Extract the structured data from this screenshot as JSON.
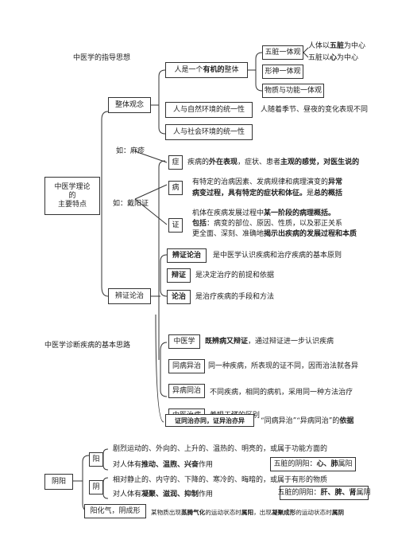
{
  "top": {
    "guiding": "中医学的指导思想",
    "main_features": "中医学理论的主要特点",
    "main_features_l1": "中医学理论",
    "main_features_l2": "的",
    "main_features_l3": "主要特点",
    "diagnosis": "中医学诊断疾病的基本思路"
  },
  "holism": {
    "label": "整体观念",
    "organic": {
      "pre": "人是一个",
      "bold": "有机的",
      "post": "整体"
    },
    "organ_center": "五脏一体观",
    "form_spirit": "形神一体观",
    "matter_function": "物质与功能一体观",
    "five_zang_center_1a": "人体以",
    "five_zang_center_1b": "五脏",
    "five_zang_center_1c": "为中心",
    "five_zang_center_2a": "五脏以",
    "five_zang_center_2b": "心",
    "five_zang_center_2c": "为中心",
    "nature": "人与自然环境的统一性",
    "nature_note": "人随着季节、昼夜的变化表现不同",
    "society": "人与社会环境的统一性"
  },
  "examples": {
    "measles": "如：麻疹",
    "yang": "如：戴阳证"
  },
  "concepts": {
    "symptom": {
      "label": "症",
      "a": "疾病的",
      "b": "外在表现",
      "c": "，症状、患者",
      "d": "主观的感觉",
      "e": "，对医生说的"
    },
    "disease": {
      "label": "病",
      "l1a": "有特定的治病因素、发病规律和病理演变的",
      "l1b": "异常",
      "l2a": "病变过程",
      "l2b": "，具有特定的症状和体征。",
      "l2c": "是",
      "l2d": "总的概括"
    },
    "syndrome": {
      "label": "证",
      "l1a": "机体在疾病发展过程中",
      "l1b": "某一阶段的病理概括。",
      "l2a": "包括",
      "l2b": "：病变的部位、原因、性质，以及邪正关系",
      "l3a": "更全面、深刻、准确地",
      "l3b": "揭示出疾病的发展过程和本质"
    }
  },
  "dialectics": {
    "label": "辨证论治",
    "row1": {
      "tag": "辨证论治",
      "text": "是中医学认识疾病和治疗疾病的基本原则"
    },
    "row2": {
      "tag": "辩证",
      "text": "是决定治疗的前提和依据"
    },
    "row3": {
      "tag": "论治",
      "text": "是治疗疾病的手段和方法"
    }
  },
  "diag": {
    "tcm": {
      "tag": "中医学",
      "a": "既辨病又辩证",
      "b": "，通过辩证进一步认识疾病"
    },
    "same_disease": {
      "tag": "同病异治",
      "text": "同一种疾病，所表现的证不同，因而治法就各异"
    },
    "diff_disease": {
      "tag": "异病同治",
      "text": "不同疾病，相同的病机，采用同一种方法治疗"
    },
    "tcm_treat": {
      "tag": "中医治病",
      "a": "着眼于",
      "b": "证",
      "c": "的区别"
    },
    "basis": {
      "tag": "证同治亦同，证异治亦异",
      "text": "“同病异治”“异病同治”的",
      "b": "依据"
    }
  },
  "yinyang": {
    "label": "阴阳",
    "yang": {
      "tag": "阳",
      "l1": "剧烈运动的、外向的、上升的、温热的、明亮的，或属于功能方面的",
      "l2a": "对人体有",
      "l2b": "推动、温煦、兴奋",
      "l2c": "作用",
      "box_a": "五脏的阴阳：",
      "box_b": "心、肺",
      "box_c": " 属阳"
    },
    "yin": {
      "tag": "阴",
      "l1": "相对静止的、内守的、下降的、寒冷的、晦暗的，或属于有形的物质",
      "l2a": "对人体有",
      "l2b": "凝聚、滋润、抑制",
      "l2c": "作用",
      "box_a": "五脏的阴阳：",
      "box_b": "肝、脾、肾",
      "box_c": " 属阴"
    },
    "qi": {
      "tag": "阳化气，阴成形",
      "a": "某物质出现",
      "b": "蒸腾气化",
      "c": "的运动状态时",
      "d": "属阳",
      "e": "，出现",
      "f": "凝聚成形",
      "g": "的运动状态时",
      "h": "属阴"
    }
  }
}
